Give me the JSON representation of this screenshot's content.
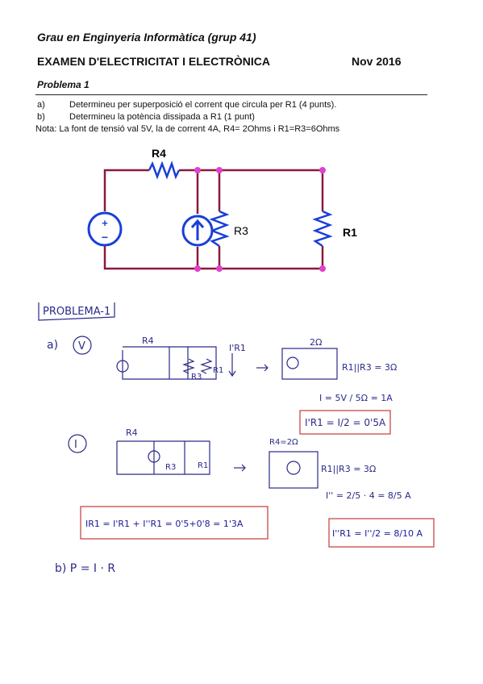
{
  "header": {
    "course": "Grau en Enginyeria Informàtica (grup 41)",
    "exam": "EXAMEN D'ELECTRICITAT I ELECTRÒNICA",
    "date": "Nov 2016"
  },
  "problem": {
    "title": "Problema 1",
    "questions": [
      {
        "key": "a)",
        "text": "Determineu per superposició el corrent que circula per R1 (4 punts)."
      },
      {
        "key": "b)",
        "text": "Determineu la potència dissipada a R1 (1 punt)"
      }
    ],
    "note": "Nota: La font de tensió val 5V, la de corrent 4A, R4= 2Ohms i R1=R3=6Ohms"
  },
  "circuit": {
    "labels": {
      "r4": "R4",
      "r3": "R3",
      "r1": "R1"
    },
    "colors": {
      "wire": "#8b1a3a",
      "node": "#e040d0",
      "source": "#1a3fd8",
      "resistor": "#1a3fd8"
    }
  },
  "handwritten": {
    "heading": "PROBLEMA-1",
    "part_a": "a)",
    "case_v": "V",
    "case_i": "I",
    "lbl_r4": "R4",
    "lbl_r3": "R3",
    "lbl_r1": "R1",
    "i_r1_v": "I'R1",
    "lbl_2ohm": "2Ω",
    "r1_par_r3": "R1||R3 = 3Ω",
    "eq_i": "I = 5V / 5Ω = 1A",
    "eq_ir1_v": "I'R1 = I/2 = 0'5A",
    "lbl_r4_2ohm": "R4=2Ω",
    "r1_par_r3_b": "R1||R3 = 3Ω",
    "eq_ii": "I'' = 2/5 · 4 = 8/5 A",
    "eq_ir1_i": "I''R1 = I''/2 = 8/10 A",
    "eq_total": "IR1 = I'R1 + I''R1 = 0'5+0'8 = 1'3A",
    "part_b": "b) P = I · R"
  }
}
